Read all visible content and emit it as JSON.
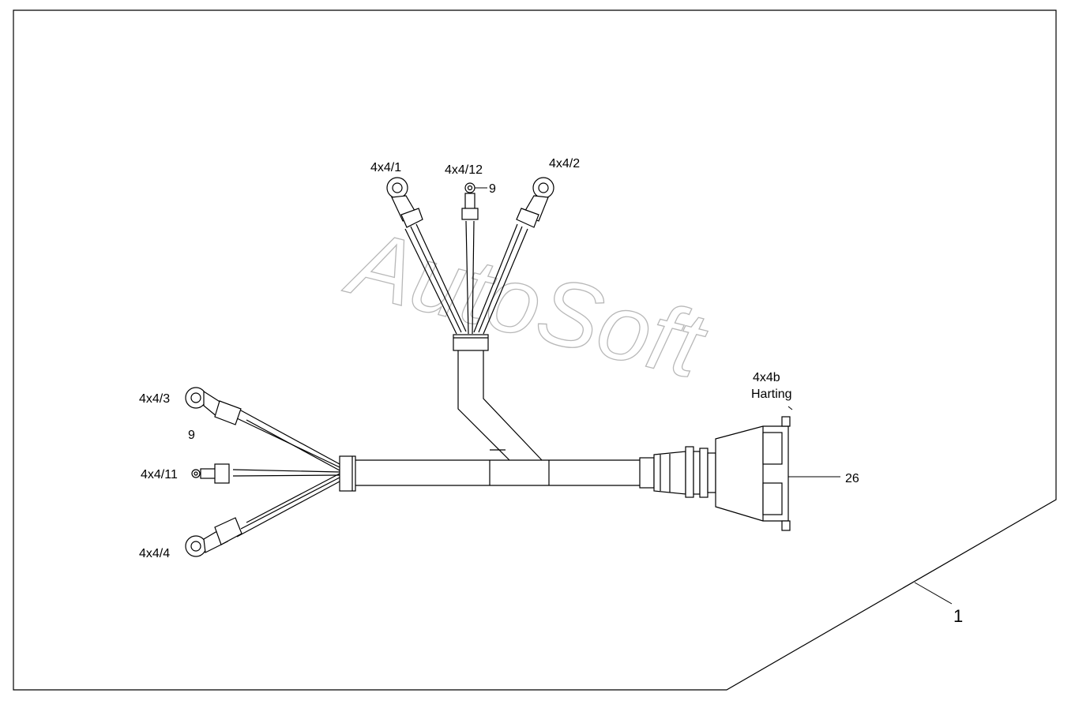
{
  "labels": {
    "top_left_terminal": "4x4/1",
    "top_center_terminal": "4x4/12",
    "top_right_terminal": "4x4/2",
    "left_top_terminal": "4x4/3",
    "left_middle_terminal": "4x4/11",
    "left_bottom_terminal": "4x4/4",
    "connector_code": "4x4b",
    "connector_brand": "Harting",
    "callout_top_sleeve": "9",
    "callout_left_sleeve": "9",
    "callout_connector": "26",
    "callout_assembly": "1"
  },
  "watermark": "AutoSoft",
  "colors": {
    "line": "#000000",
    "watermark": "#b8b8b8",
    "background": "#ffffff"
  }
}
